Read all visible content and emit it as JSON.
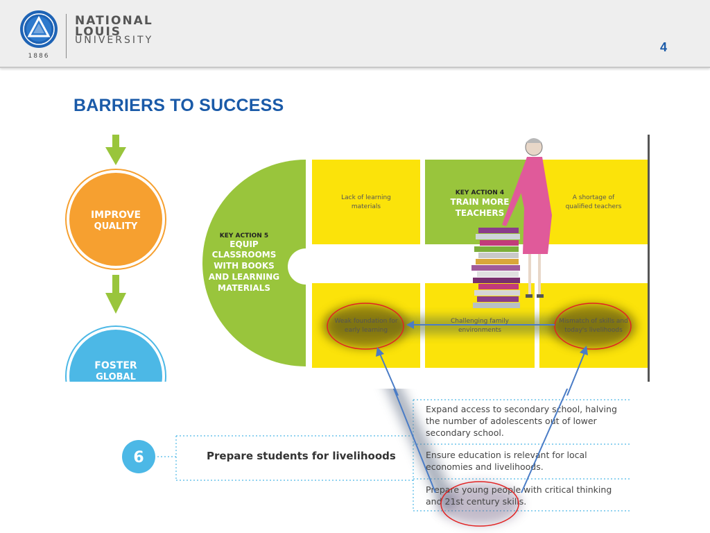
{
  "header": {
    "university_line1": "NATIONAL",
    "university_line2": "LOUIS",
    "university_line3": "UNIVERSITY",
    "founded_year": "1886",
    "page_number": "4"
  },
  "slide": {
    "title": "BARRIERS TO SUCCESS"
  },
  "infographic": {
    "circle_improve": {
      "line1": "IMPROVE",
      "line2": "QUALITY"
    },
    "circle_foster": {
      "line1": "FOSTER",
      "line2": "GLOBAL"
    },
    "key_action_5": {
      "label": "KEY ACTION 5",
      "title_lines": [
        "EQUIP",
        "CLASSROOMS",
        "WITH BOOKS",
        "AND LEARNING",
        "MATERIALS"
      ]
    },
    "key_action_4": {
      "label": "KEY ACTION 4",
      "title_lines": [
        "TRAIN MORE",
        "TEACHERS"
      ]
    },
    "cells": {
      "lack_materials": [
        "Lack of learning",
        "materials"
      ],
      "shortage_teachers": [
        "A shortage of",
        "qualified teachers"
      ],
      "weak_foundation": [
        "Weak foundation for",
        "early learning"
      ],
      "challenging_family": [
        "Challenging family",
        "environments"
      ],
      "mismatch_skills": [
        "Mismatch of skills and",
        "today's livelihoods"
      ]
    }
  },
  "lower": {
    "step_number": "6",
    "step_title": "Prepare students for livelihoods",
    "bullets": [
      [
        "Expand access to secondary school, halving",
        "the number of adolescents out of lower",
        "secondary school."
      ],
      [
        "Ensure education is relevant for local",
        "economies and livelihoods."
      ],
      [
        "Prepare young people with critical thinking",
        "and 21st century skills."
      ]
    ]
  },
  "colors": {
    "title_blue": "#1a5aa8",
    "yellow": "#fbe30a",
    "green": "#99c53c",
    "orange": "#f6a030",
    "light_blue": "#4cb8e6",
    "highlight_red": "#e22222",
    "arrow_blue": "#4a7cc6"
  }
}
